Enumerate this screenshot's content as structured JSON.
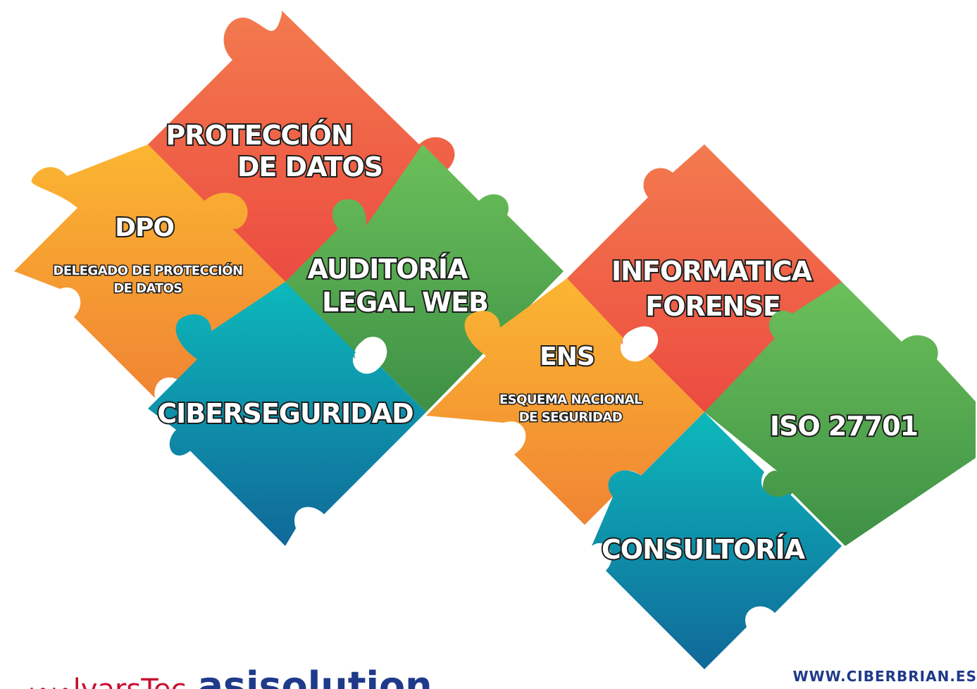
{
  "pieces": {
    "proteccion": {
      "line1": "PROTECCIÓN",
      "line2": "DE DATOS"
    },
    "dpo": {
      "title": "DPO",
      "sub1": "DELEGADO DE PROTECCIÓN",
      "sub2": "DE DATOS"
    },
    "auditoria": {
      "line1": "AUDITORÍA",
      "line2": "LEGAL WEB"
    },
    "ciberseguridad": {
      "line1": "CIBERSEGURIDAD"
    },
    "informatica": {
      "line1": "INFORMATICA",
      "line2": "FORENSE"
    },
    "ens": {
      "title": "ENS",
      "sub1": "ESQUEMA NACIONAL",
      "sub2": "DE SEGURIDAD"
    },
    "iso": {
      "line1": "ISO 27701"
    },
    "consultoria": {
      "line1": "CONSULTORÍA"
    }
  },
  "footer": {
    "logo_dots": ":•:•",
    "logo_brand1": "lvarsTec",
    "logo_brand2": "asisolution",
    "url": "WWW.CIBERBRIAN.ES"
  },
  "colors": {
    "red": "#ee5644",
    "orange": "#f4922f",
    "green": "#4aa64f",
    "teal": "#1aa0ad"
  },
  "icons": [
    "puzzle-piece-icon"
  ]
}
